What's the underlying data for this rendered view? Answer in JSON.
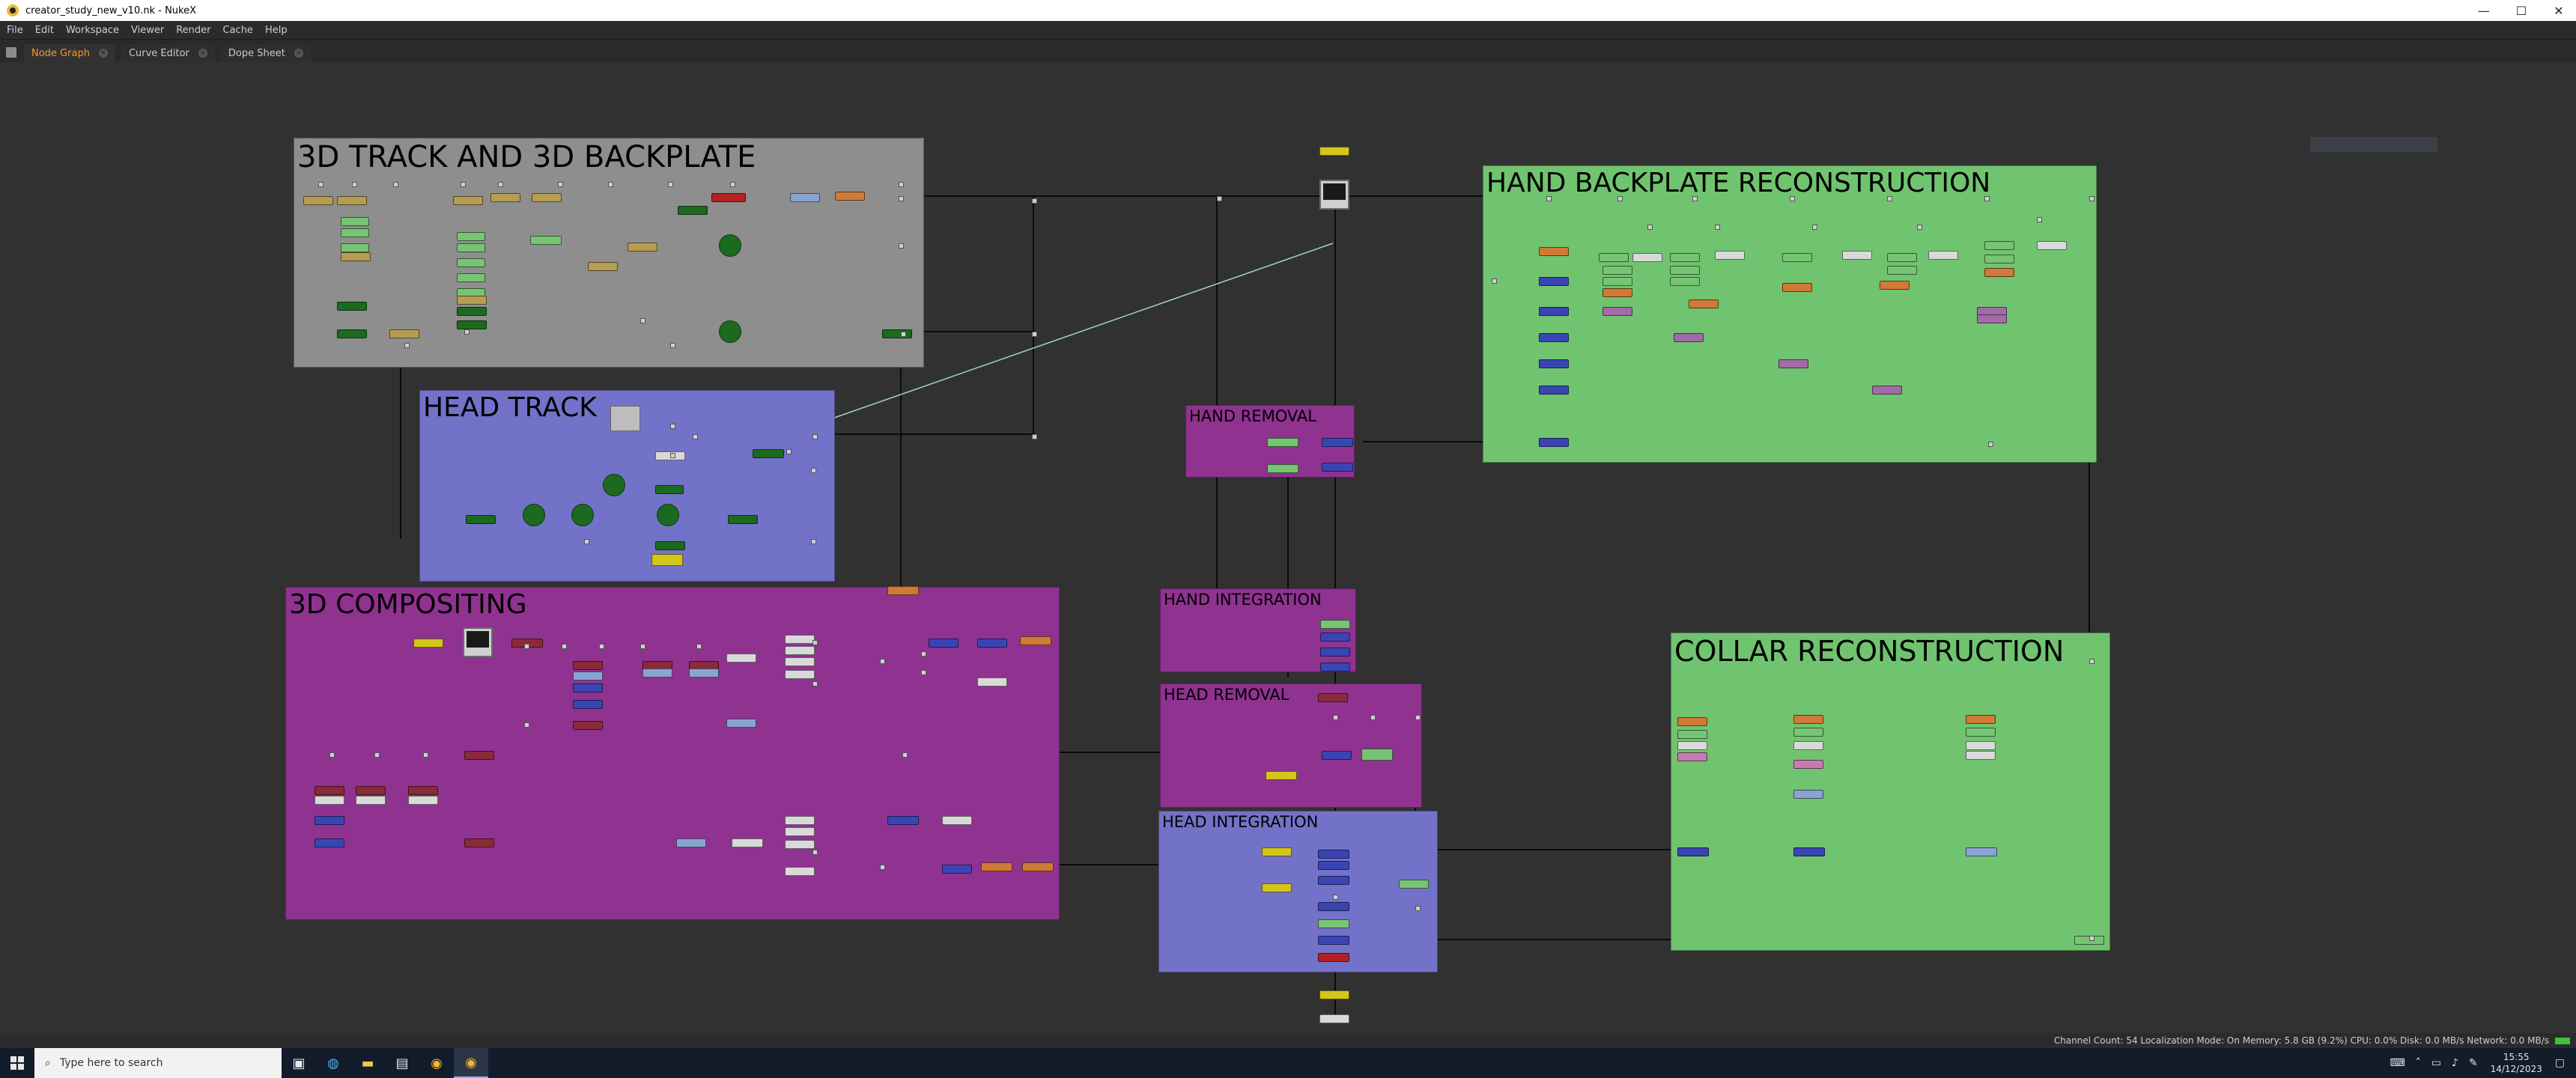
{
  "window": {
    "title": "creator_study_new_v10.nk - NukeX",
    "minimize_glyph": "—",
    "maximize_glyph": "☐",
    "close_glyph": "✕"
  },
  "menu": [
    "File",
    "Edit",
    "Workspace",
    "Viewer",
    "Render",
    "Cache",
    "Help"
  ],
  "tabs": [
    {
      "label": "Node Graph",
      "active": true
    },
    {
      "label": "Curve Editor",
      "active": false
    },
    {
      "label": "Dope Sheet",
      "active": false
    }
  ],
  "backdrops": [
    {
      "id": "track-3d",
      "label": "3D TRACK AND 3D BACKPLATE",
      "color": "#8e8e8e"
    },
    {
      "id": "head-track",
      "label": "HEAD TRACK",
      "color": "#7372c9"
    },
    {
      "id": "compositing-3d",
      "label": "3D COMPOSITING",
      "color": "#8f3290"
    },
    {
      "id": "hand-removal",
      "label": "HAND REMOVAL",
      "color": "#8f3290"
    },
    {
      "id": "hand-integration",
      "label": "HAND INTEGRATION",
      "color": "#8f3290"
    },
    {
      "id": "head-removal",
      "label": "HEAD REMOVAL",
      "color": "#8f3290"
    },
    {
      "id": "head-integration",
      "label": "HEAD INTEGRATION",
      "color": "#7372c9"
    },
    {
      "id": "hand-backplate",
      "label": "HAND BACKPLATE RECONSTRUCTION",
      "color": "#70c46f"
    },
    {
      "id": "collar",
      "label": "COLLAR RECONSTRUCTION",
      "color": "#70c46f"
    }
  ],
  "node_colors": {
    "tan": "#b59d52",
    "green_light": "#77c474",
    "green_dark": "#1c6a20",
    "blue": "#3a45b4",
    "light_blue": "#8aa4d2",
    "orange": "#cf7a37",
    "yellow": "#d4c51a",
    "purple": "#a26aa6",
    "white": "#d9d9d9",
    "red": "#b22222",
    "maroon": "#8a2a3a",
    "pink": "#c87ab2"
  },
  "status": {
    "text": "Channel Count: 54  Localization Mode: On  Memory: 5.8 GB (9.2%)  CPU: 0.0%  Disk: 0.0 MB/s  Network: 0.0 MB/s"
  },
  "taskbar": {
    "search_placeholder": "Type here to search",
    "start_icon": "windows-start-icon",
    "apps": [
      "task-view-icon",
      "edge-icon",
      "file-explorer-icon",
      "store-icon",
      "nuke-icon",
      "nuke-icon"
    ],
    "tray": [
      "keyboard-icon",
      "chevron-up-icon",
      "network-icon",
      "volume-icon",
      "pen-icon"
    ],
    "time": "15:55",
    "date": "14/12/2023"
  }
}
